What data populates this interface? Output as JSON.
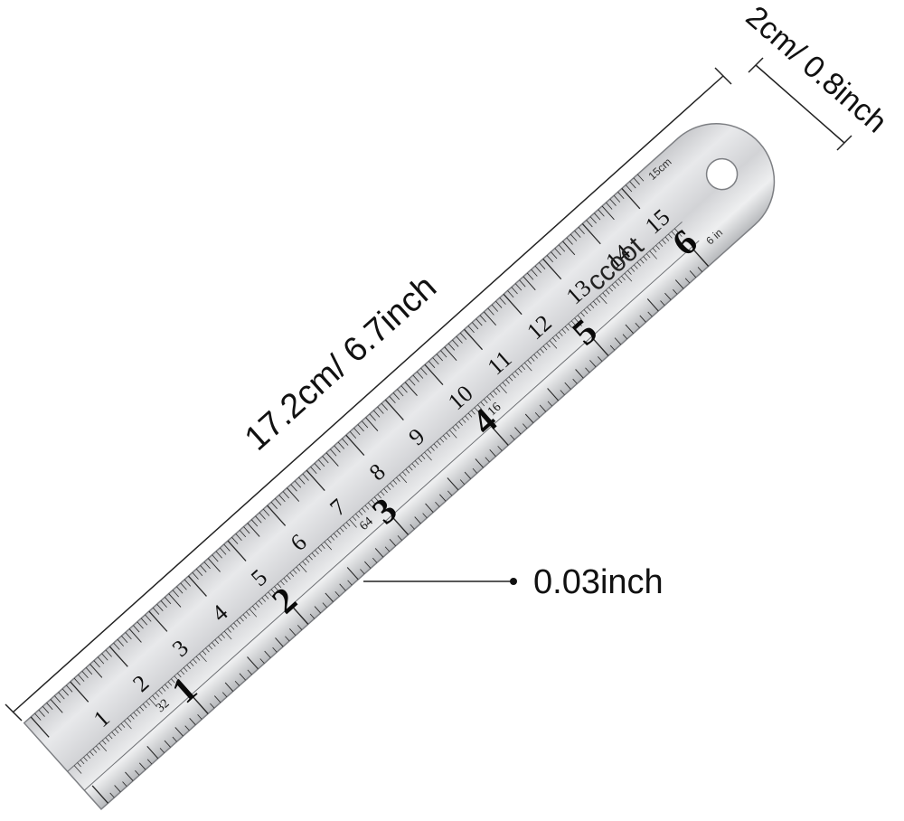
{
  "labels": {
    "length": "17.2cm/ 6.7inch",
    "width": "2cm/ 0.8inch",
    "thickness": "0.03inch"
  },
  "ruler": {
    "brand": "ccoot",
    "cm_unit": "15cm",
    "inch_unit": "6 in",
    "cm_numbers": [
      "1",
      "2",
      "3",
      "4",
      "5",
      "6",
      "7",
      "8",
      "9",
      "10",
      "11",
      "12",
      "13",
      "14",
      "15"
    ],
    "inch_numbers": [
      "1",
      "2",
      "3",
      "4",
      "5",
      "6"
    ],
    "fraction_marks": [
      "32",
      "64",
      "16"
    ]
  },
  "colors": {
    "steel_light": "#e4e5e7",
    "steel_mid": "#bfc1c4",
    "steel_dark": "#8e9094",
    "ink": "#111111"
  }
}
